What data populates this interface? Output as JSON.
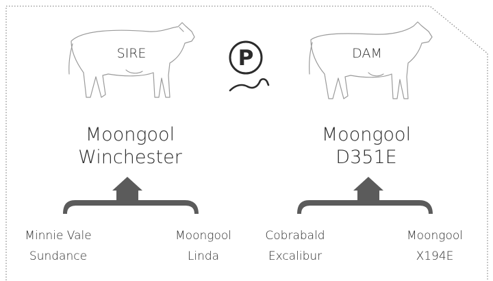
{
  "sire": {
    "role": "SIRE",
    "name_line1": "Moongool",
    "name_line2": "Winchester",
    "sire_line1": "Minnie Vale",
    "sire_line2": "Sundance",
    "dam_line1": "Moongool",
    "dam_line2": "Linda"
  },
  "dam": {
    "role": "DAM",
    "name_line1": "Moongool",
    "name_line2": "D351E",
    "sire_line1": "Cobrabald",
    "sire_line2": "Excalibur",
    "dam_line1": "Moongool",
    "dam_line2": "X194E"
  },
  "logo": {
    "letter": "P",
    "icon": "polled-p-icon"
  },
  "colors": {
    "arrow": "#5b5b5b",
    "text": "#2b2b2b",
    "outline": "#9a9a9a",
    "border": "#9a9a9a"
  }
}
